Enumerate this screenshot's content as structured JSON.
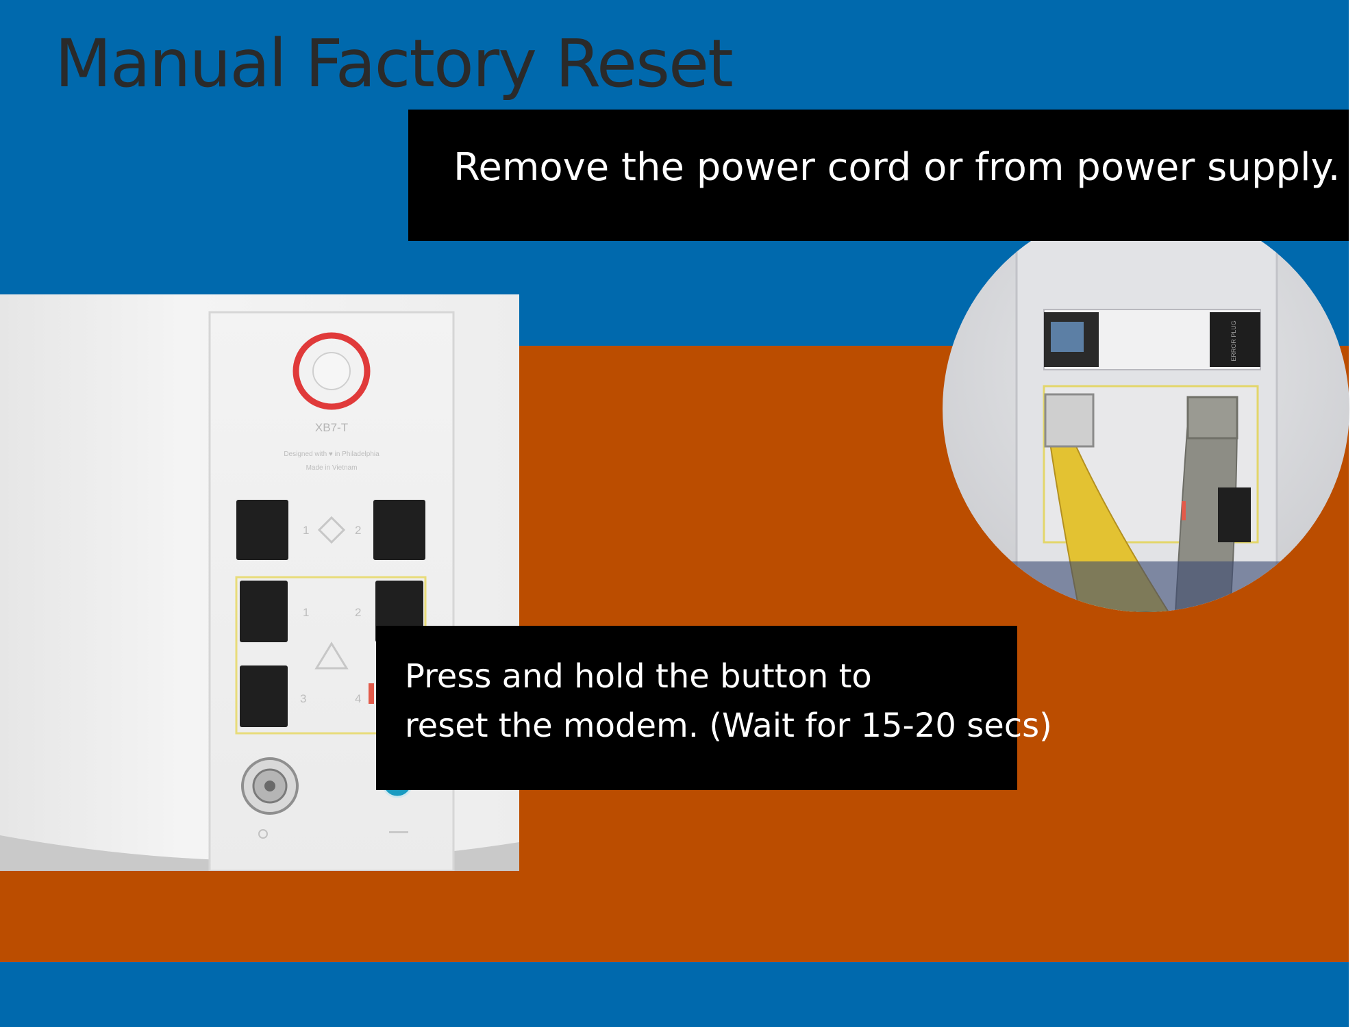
{
  "colors": {
    "background_blue": "#0069ad",
    "band_orange": "#bb4d00",
    "title_text": "#2a2a2a",
    "callout_bg": "#000000",
    "callout_text": "#ffffff",
    "reset_highlight": "#e03a3a",
    "cable_yellow": "#e3c232",
    "cable_gray": "#8d8d85"
  },
  "title": "Manual Factory Reset",
  "step_power": {
    "text": "Remove the power cord or from power supply."
  },
  "step_reset": {
    "line1": "Press and hold the button to",
    "line2": "reset the modem. (Wait for 15-20 secs)"
  },
  "modem": {
    "model": "XB7-T",
    "designed_text": "Designed with ♥ in Philadelphia",
    "made_text": "Made in Vietnam",
    "port_labels": [
      "1",
      "2",
      "1",
      "2",
      "3",
      "4"
    ]
  },
  "power_photo": {
    "label_text": "ERROR PLUG"
  }
}
